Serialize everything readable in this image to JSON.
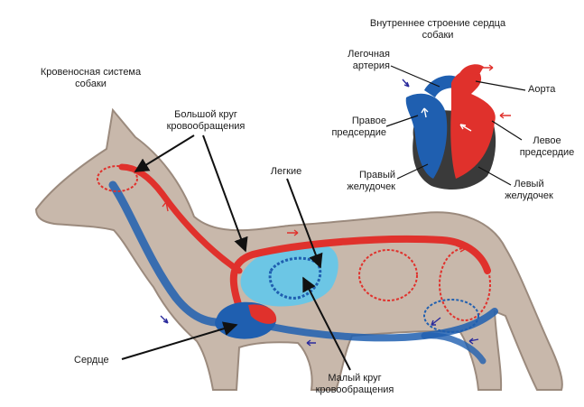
{
  "titles": {
    "circulatory_system": [
      "Кровеносная система",
      "собаки"
    ],
    "heart_structure": [
      "Внутреннее строение сердца",
      "собаки"
    ]
  },
  "labels": {
    "systemic_circuit": [
      "Большой круг",
      "кровообращения"
    ],
    "lungs": "Легкие",
    "heart": "Сердце",
    "pulmonary_circuit": [
      "Малый круг",
      "кровообращения"
    ],
    "pulmonary_artery": [
      "Легочная",
      "артерия"
    ],
    "aorta": "Аорта",
    "right_atrium": [
      "Правое",
      "предсердие"
    ],
    "left_atrium": [
      "Левое",
      "предсердие"
    ],
    "right_ventricle": [
      "Правый",
      "желудочек"
    ],
    "left_ventricle": [
      "Левый",
      "желудочек"
    ]
  },
  "colors": {
    "body": "#c8b8ab",
    "body_outline": "#9b8a7d",
    "arterial": "#e0312c",
    "venous": "#1f5fb0",
    "lung_light": "#5cc8ee",
    "arrow_red": "#e0312c",
    "arrow_blue": "#2a2a9c",
    "heart_wall": "#3a3a3a",
    "pointer": "#111111"
  }
}
